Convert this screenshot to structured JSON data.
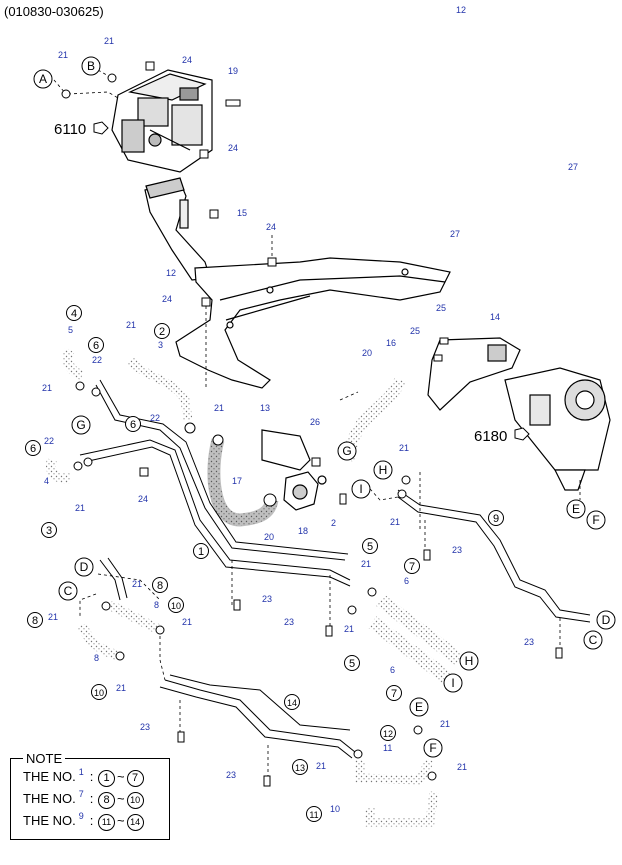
{
  "header": {
    "code": "(010830-030625)"
  },
  "callouts": {
    "p12": "12",
    "p27": "27",
    "p19": "19",
    "p15": "15",
    "p14": "14",
    "p13": "13",
    "p16": "16",
    "p17": "17",
    "p18": "18",
    "p20": "20",
    "p21": "21",
    "p22": "22",
    "p23": "23",
    "p24": "24",
    "p25": "25",
    "p26": "26",
    "p2": "2",
    "p3": "3",
    "p4": "4",
    "p5": "5",
    "p6": "6",
    "p7": "7",
    "p8": "8",
    "p9": "9",
    "p10": "10",
    "p11": "11"
  },
  "circled": {
    "n1": "1",
    "n2": "2",
    "n3": "3",
    "n4": "4",
    "n5": "5",
    "n6": "6",
    "n7": "7",
    "n8": "8",
    "n9": "9",
    "n10": "10",
    "n11": "11",
    "n12": "12",
    "n13": "13",
    "n14": "14"
  },
  "letters": {
    "A": "A",
    "B": "B",
    "C": "C",
    "D": "D",
    "E": "E",
    "F": "F",
    "G": "G",
    "H": "H",
    "I": "I"
  },
  "refs": {
    "r6110": "6110",
    "r6180": "6180"
  },
  "note": {
    "title": "NOTE",
    "rows": [
      {
        "label": "THE NO.",
        "sup": "1",
        "from": "1",
        "to": "7"
      },
      {
        "label": "THE NO.",
        "sup": "7",
        "from": "8",
        "to": "10"
      },
      {
        "label": "THE NO.",
        "sup": "9",
        "from": "11",
        "to": "14"
      }
    ]
  },
  "colors": {
    "label_blue": "#2233aa",
    "ink": "#000000",
    "stipple": "#777777"
  }
}
